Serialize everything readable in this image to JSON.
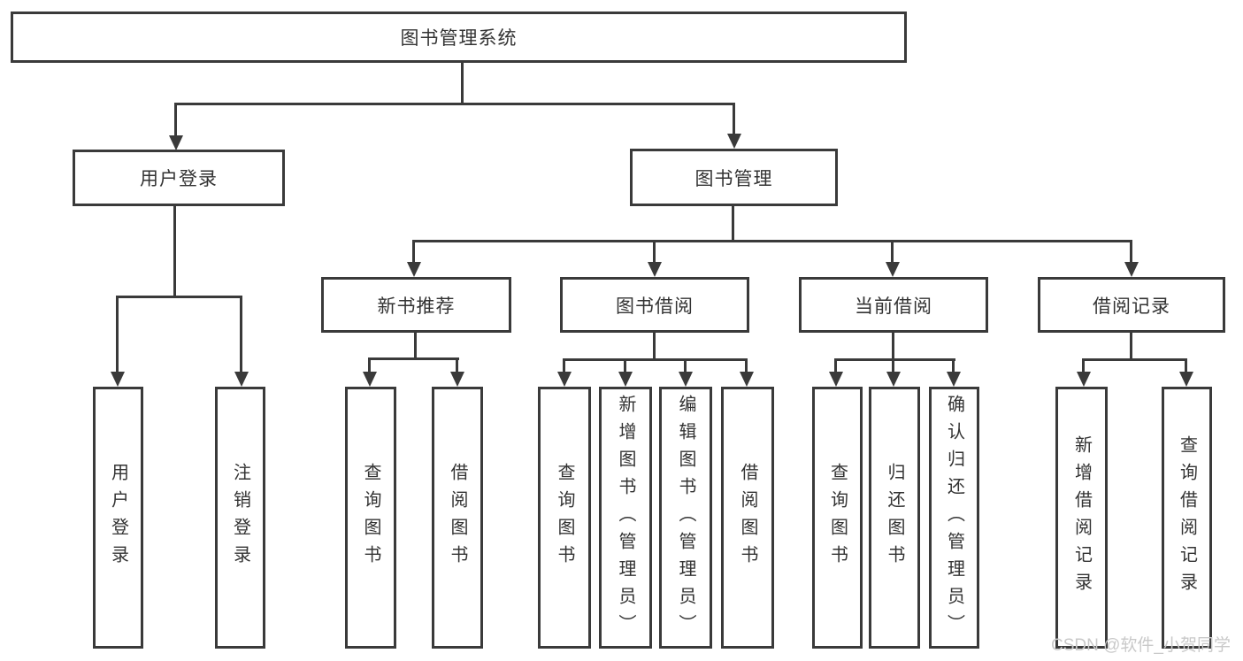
{
  "diagram": {
    "root": {
      "label": "图书管理系统"
    },
    "branches": [
      {
        "label": "用户登录",
        "children": [
          {
            "label": "用户登录"
          },
          {
            "label": "注销登录"
          }
        ]
      },
      {
        "label": "图书管理",
        "children": [
          {
            "label": "新书推荐",
            "children": [
              {
                "label": "查询图书"
              },
              {
                "label": "借阅图书"
              }
            ]
          },
          {
            "label": "图书借阅",
            "children": [
              {
                "label": "查询图书"
              },
              {
                "label": "新增图书（管理员）"
              },
              {
                "label": "编辑图书（管理员）"
              },
              {
                "label": "借阅图书"
              }
            ]
          },
          {
            "label": "当前借阅",
            "children": [
              {
                "label": "查询图书"
              },
              {
                "label": "归还图书"
              },
              {
                "label": "确认归还（管理员）"
              }
            ]
          },
          {
            "label": "借阅记录",
            "children": [
              {
                "label": "新增借阅记录"
              },
              {
                "label": "查询借阅记录"
              }
            ]
          }
        ]
      }
    ],
    "watermark": "CSDN @软件_小贺同学",
    "colors": {
      "line": "#3a3a3a",
      "text": "#333333",
      "background": "#ffffff",
      "watermark": "#c9c9c9"
    }
  }
}
